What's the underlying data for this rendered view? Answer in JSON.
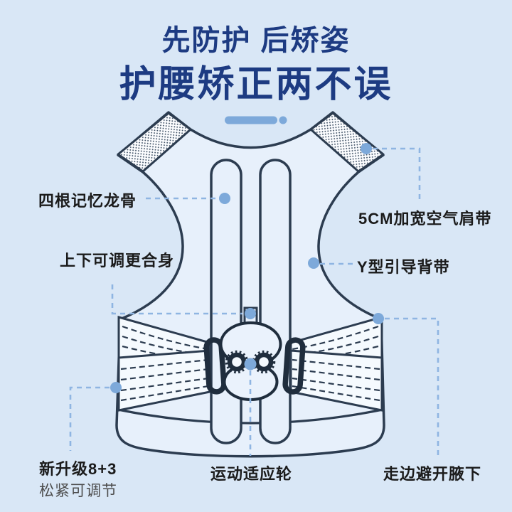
{
  "title": {
    "line1": "先防护 后矫姿",
    "line2": "护腰矫正两不误"
  },
  "annotations": {
    "memory_keel": "四根记忆龙骨",
    "adjustable": "上下可调更合身",
    "shoulder_strap": "5CM加宽空气肩带",
    "y_guide": "Y型引导背带",
    "upgrade": "新升级8+3",
    "upgrade_sub": "松紧可调节",
    "motion_wheel": "运动适应轮",
    "armpit": "走边避开腋下"
  },
  "colors": {
    "background": "#d9e7f6",
    "title_text": "#1d3b82",
    "accent_blue": "#7da9da",
    "dashed_line": "#8fb5e2",
    "vest_outline": "#2c3c50",
    "label_text": "#1b1b1b",
    "sub_label_text": "#4d4d4d"
  }
}
